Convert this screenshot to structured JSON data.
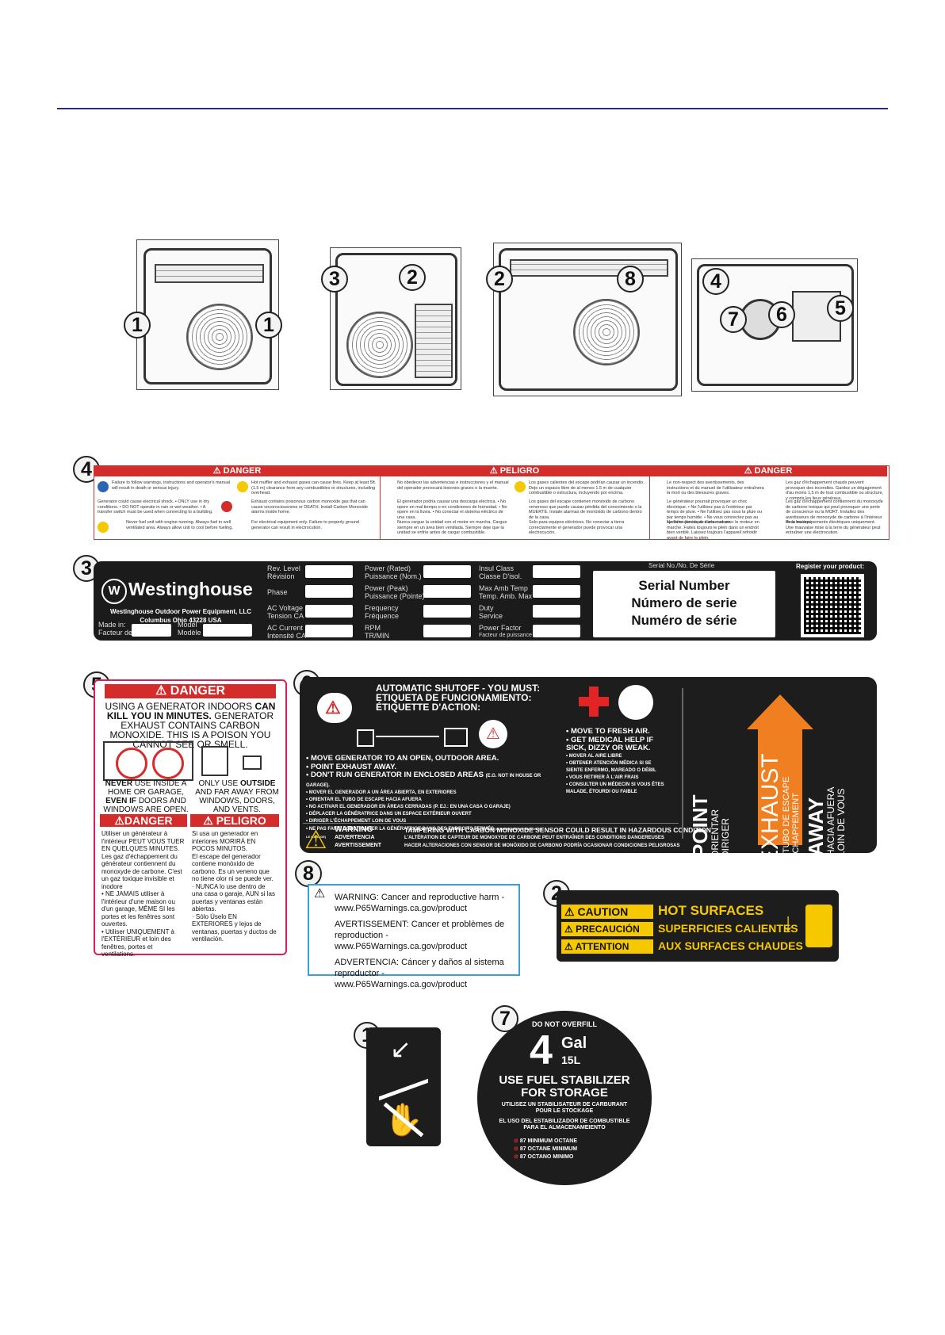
{
  "colors": {
    "rule": "#2b2f72",
    "danger_red": "#d42b2b",
    "caution_yellow": "#f5c800",
    "exhaust_orange": "#f07f22",
    "p65_blue": "#3aa0d8"
  },
  "callouts": {
    "n1": "1",
    "n2": "2",
    "n3": "3",
    "n4": "4",
    "n5": "5",
    "n6": "6",
    "n7": "7",
    "n8": "8"
  },
  "label4": {
    "h1": "⚠ DANGER",
    "h2": "⚠ PELIGRO",
    "h3": "⚠ DANGER",
    "c1": "Failure to follow warnings, instructions and operator's manual will result in death or serious injury.",
    "c2": "Hot muffler and exhaust gases can cause fires. Keep at least 5ft. (1.5 m) clearance from any combustibles or structures, including overhead.",
    "c3": "Generator could cause electrical shock. • ONLY use in dry conditions. • DO NOT operate in rain or wet weather. • A transfer switch must be used when connecting to a building.",
    "c4": "Exhaust contains poisonous carbon monoxide gas that can cause unconsciousness or DEATH. Install Carbon Monoxide alarms inside home.",
    "c5": "Never fuel unit with engine running. Always fuel in well ventilated area. Always allow unit to cool before fueling.",
    "c6": "For electrical equipment only. Failure to properly ground generator can result in electrocution.",
    "c7": "No obedecer las advertencias e instrucciones y el manual del operador provocará lesiones graves o la muerte.",
    "c8": "Los gases calientes del escape podrían causar un incendio. Deje un espacio libre de al menos 1.5 m de cualquier combustible o estructura, incluyendo por encima.",
    "c9": "El generador podría causar una descarga eléctrica. • No opere en mal tiempo o en condiciones de humedad. • No opere en la lluvia. • No conectar el sistema eléctrico de una casa.",
    "c10": "Los gases del escape contienen monóxido de carbono venenoso que puede causar pérdida del conocimiento o la MUERTE. Instale alarmas de monóxido de carbono dentro de la casa.",
    "c11": "Nunca cargue la unidad con el motor en marcha. Cargue siempre en un área bien ventilada. Siempre deje que la unidad se enfríe antes de cargar combustible.",
    "c12": "Solo para equipos eléctricos. No conectar a tierra correctamente el generador puede provocar una electrocución.",
    "c13": "Le non-respect des avertissements, des instructions et du manuel de l'utilisateur entraînera la mort ou des blessures graves.",
    "c14": "Les gaz d'échappement chauds peuvent provoquer des incendies. Gardez un dégagement d'au moins 1,5 m de tout combustible ou structure, y compris les lieux généraux.",
    "c15": "Le générateur pourrait provoquer un choc électrique. • Ne l'utilisez pas à l'extérieur par temps de pluie. • Ne l'utilisez pas sous la pluie ou par temps humide. • Ne vous connectez pas au système électrique d'une maison.",
    "c16": "Les gaz d'échappement contiennent du monoxyde de carbone toxique qui peut provoquer une perte de conscience ou la MORT. Installez des avertisseurs de monoxyde de carbone à l'intérieur de la maison.",
    "c17": "Ne faites jamais de carburant avec le moteur en marche. Faites toujours le plein dans un endroit bien ventilé. Laissez toujours l'appareil refroidir avant de faire le plein.",
    "c18": "Pour les équipements électriques uniquement. Une mauvaise mise à la terre du générateur peut entraîner une électrocution."
  },
  "label3": {
    "brand": "Westinghouse",
    "company": "Westinghouse Outdoor Power Equipment, LLC",
    "address": "Columbus Ohio 43228 USA",
    "made_in": "Made in:",
    "made_in_fr": "Facteur de:",
    "model": "Model",
    "model_fr": "Modèle",
    "rev": "Rev. Level",
    "rev_fr": "Révision",
    "phase": "Phase",
    "ac_voltage": "AC Voltage",
    "ac_voltage_fr": "Tension CA",
    "ac_current": "AC Current",
    "ac_current_fr": "Intensité CA",
    "power_rated": "Power (Rated)",
    "power_rated_fr": "Puissance (Nom.)",
    "power_peak": "Power (Peak)",
    "power_peak_fr": "Puissance (Pointe)",
    "frequency": "Frequency",
    "frequency_fr": "Fréquence",
    "rpm": "RPM",
    "rpm_fr": "TR/MIN",
    "insul": "Insul Class",
    "insul_fr": "Classe D'isol.",
    "maxamb": "Max Amb Temp",
    "maxamb_fr": "Temp. Amb. Max",
    "duty": "Duty",
    "duty_fr": "Service",
    "pf": "Power Factor",
    "pf_fr": "Facteur de puissance",
    "serial_hdr": "Serial No./No. De Série",
    "serial1": "Serial Number",
    "serial2": "Número de serie",
    "serial3": "Numéro de série",
    "register": "Register your product:"
  },
  "label5": {
    "danger": "⚠ DANGER",
    "intro_a": "USING A GENERATOR INDOORS",
    "intro_b": "CAN KILL",
    "intro_c": "YOU IN MINUTES.",
    "intro_d": "GENERATOR EXHAUST CONTAINS CARBON MONOXIDE. THIS IS A POISON YOU CANNOT SEE OR SMELL.",
    "never_a": "NEVER",
    "never_b": "USE INSIDE A HOME OR GARAGE,",
    "never_c": "EVEN IF",
    "never_d": "DOORS AND WINDOWS ARE OPEN.",
    "only_a": "ONLY USE",
    "only_b": "OUTSIDE",
    "only_c": "AND FAR AWAY FROM WINDOWS, DOORS, AND VENTS.",
    "danger2": "⚠DANGER",
    "peligro": "⚠ PELIGRO",
    "fr1": "Utiliser un générateur à l'intérieur PEUT VOUS TUER EN QUELQUES MINUTES.",
    "fr2": "Les gaz d'échappement du générateur contiennent du monoxyde de carbone. C'est un gaz toxique invisible et inodore",
    "fr3": "• NE JAMAIS utiliser à l'intérieur d'une maison ou d'un garage, MÊME SI les portes et les fenêtres sont ouvertes.",
    "fr4": "• Utiliser UNIQUEMENT à l'EXTÉRIEUR et loin des fenêtres, portes et ventilations.",
    "es1": "Si usa un generador en interiores MORIRÁ EN POCOS MINUTOS.",
    "es2": "El escape del generador contiene monóxido de carbono. Es un veneno que no tiene olor ni se puede ver.",
    "es3": "· NUNCA lo use dentro de una casa o garaje, AUN si las puertas y ventanas están abiertas.",
    "es4": "· Sólo Úselo EN EXTERIORES y lejos de ventanas, puertas y ductos de ventilación."
  },
  "label6": {
    "title1": "AUTOMATIC SHUTOFF - YOU MUST:",
    "title2": "ETIQUETA DE FUNCIONAMIENTO:",
    "title3": "ÉTIQUETTE D'ACTION:",
    "b1": "• MOVE GENERATOR TO AN OPEN, OUTDOOR AREA.",
    "b2": "• POINT EXHAUST AWAY.",
    "b3a": "• DON'T RUN GENERATOR IN ENCLOSED AREAS",
    "b3b": "(E.G. NOT IN HOUSE OR GARAGE).",
    "b4": "• MOVER EL GENERADOR A UN ÁREA ABIERTA, EN EXTERIORES",
    "b5": "• ORIENTAR EL TUBO DE ESCAPE HACIA AFUERA",
    "b6": "• NO ACTIVAR EL GENERADOR EN ÁREAS CERRADAS (P. EJ.: EN UNA CASA O GARAJE)",
    "b7": "• DÉPLACER LA GÉNÉRATRICE DANS UN ESPACE EXTÉRIEUR OUVERT",
    "b8": "• DIRIGER L'ÉCHAPPEMENT LOIN DE VOUS",
    "b9a": "• NE PAS FAIRE FONCTIONNER LA GÉNÉRATRICE DANS DES ENDROITS FERMÉS",
    "b9b": "(COMME DANS LA MAISON OU LE GARAGE)",
    "m1": "• MOVE TO FRESH AIR.",
    "m2": "• GET MEDICAL HELP IF SICK, DIZZY OR WEAK.",
    "m3": "• MOVER AL AIRE LIBRE",
    "m4": "• OBTENER ATENCIÓN MÉDICA SI SE SIENTE ENFERMO, MAREADO O DÉBIL",
    "m5": "• VOUS RETIRER À L'AIR FRAIS",
    "m6": "• CONSULTER UN MÉDECIN SI VOUS ÊTES MALADE, ÉTOURDI OU FAIBLE",
    "w1": "WARNING",
    "w2": "ADVERTENCIA",
    "w3": "AVERTISSEMENT",
    "t1": "TAMPERING WITH CARBON MONOXIDE SENSOR COULD RESULT IN HAZARDOUS CONDITION",
    "t2": "L'ALTÉRATION DE CAPTEUR DE MONOXYDE DE CARBONE PEUT ENTRAÎNER DES CONDITIONS DANGEREUSES",
    "t3": "HACER ALTERACIONES CON SENSOR DE MONÓXIDO DE CARBONO PODRÍA OCASIONAR CONDICIONES PELIGROSAS",
    "point": "POINT",
    "orientar": "ORIENTAR",
    "diriger": "DIRIGER",
    "exhaust": "EXHAUST",
    "tubo": "EL TUBO DE ESCAPE",
    "echappement": "L'ÉCHAPPEMENT",
    "away": "AWAY",
    "hacia": "HACIA AFUERA",
    "loin": "LOIN DE VOUS"
  },
  "label8": {
    "l1": "WARNING: Cancer and reproductive harm -",
    "l2": "www.P65Warnings.ca.gov/product",
    "l3": "AVERTISSEMENT: Cancer et problèmes de",
    "l4": "reproduction - www.P65Warnings.ca.gov/product",
    "l5": "ADVERTENCIA: Cáncer y daños al sistema",
    "l6": "reproductor - www.P65Warnings.ca.gov/product"
  },
  "label2": {
    "caution": "⚠ CAUTION",
    "precaucion": "⚠ PRECAUCIÓN",
    "attention": "⚠ ATTENTION",
    "hot": "HOT SURFACES",
    "calientes": "SUPERFICIES CALIENTES",
    "chaudes": "AUX SURFACES CHAUDES"
  },
  "label7": {
    "overfill": "DO NOT OVERFILL",
    "num": "4",
    "gal": "Gal",
    "liters": "15L",
    "stab1": "USE FUEL STABILIZER",
    "stab2": "FOR STORAGE",
    "fr1": "UTILISEZ UN STABILISATEUR DE CARBURANT",
    "fr2": "POUR LE STOCKAGE",
    "es1": "EL USO DEL ESTABILIZADOR DE COMBUSTIBLE",
    "es2": "PARA EL ALMACENAMEIENTO",
    "oct1": "87 MINIMUM OCTANE",
    "oct2": "87 OCTANE MINIMUM",
    "oct3": "87 OCTANO MINIMO"
  }
}
